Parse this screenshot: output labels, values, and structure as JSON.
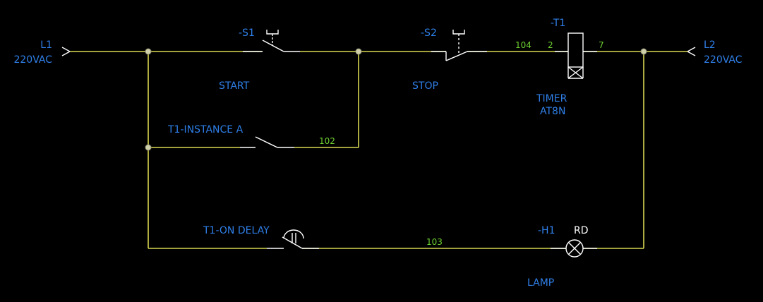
{
  "supply": {
    "left": {
      "name": "L1",
      "voltage": "220VAC"
    },
    "right": {
      "name": "L2",
      "voltage": "220VAC"
    }
  },
  "components": {
    "s1": {
      "tag": "-S1",
      "label": "START"
    },
    "s2": {
      "tag": "-S2",
      "label": "STOP"
    },
    "t1": {
      "tag": "-T1",
      "label": "TIMER",
      "model": "AT8N",
      "pin_a": "2",
      "pin_b": "7"
    },
    "t1_contact_a": {
      "label": "T1-INSTANCE A"
    },
    "t1_delay": {
      "label": "T1-ON DELAY"
    },
    "h1": {
      "tag": "-H1",
      "color": "RD",
      "label": "LAMP"
    }
  },
  "wires": {
    "w104": "104",
    "w102": "102",
    "w103": "103"
  },
  "colors": {
    "wire": "#d8d850",
    "label": "#2f7fe8",
    "wire_number": "#6ed030",
    "symbol": "#ffffff",
    "background": "#000000"
  }
}
